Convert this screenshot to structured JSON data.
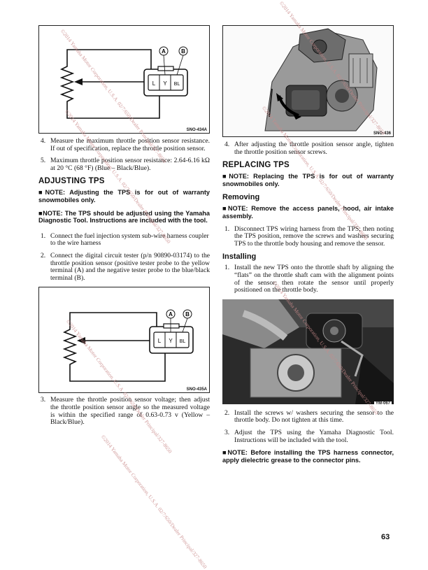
{
  "page_number": "63",
  "watermark_text": "©2014 Yamaha Motor Corporation, U.S.A. 02/7/650/Dealer Principal/327-8650",
  "figures": {
    "fig1": {
      "caption": "SNO-434A",
      "label_a": "A",
      "label_b": "B",
      "pins": [
        "L",
        "Y",
        "BL"
      ]
    },
    "fig2": {
      "caption": "SNO-435A",
      "label_a": "A",
      "label_b": "B",
      "pins": [
        "L",
        "Y",
        "BL"
      ]
    },
    "fig3": {
      "caption": "SNO-436"
    },
    "fig4": {
      "caption": "YM-067"
    }
  },
  "left_column": {
    "steps_a": [
      {
        "num": "4.",
        "text": "Measure the maximum throttle position sensor resistance. If out of specification, replace the throttle position sensor."
      },
      {
        "num": "5.",
        "text": "Maximum throttle position sensor resistance: 2.64-6.16 kΩ at 20 °C (68 °F) (Blue – Black/Blue)."
      }
    ],
    "heading_adjusting": "ADJUSTING TPS",
    "note_adjusting_1": "■NOTE: Adjusting the TPS is for out of warranty snowmobiles only.",
    "note_adjusting_2": "■NOTE: The TPS should be adjusted using the Yamaha Diagnostic Tool. Instructions are included with the tool.",
    "steps_b": [
      {
        "num": "1.",
        "text": "Connect the fuel injection system sub-wire harness coupler to the wire harness"
      },
      {
        "num": "2.",
        "text": "Connect the digital circuit tester (p/n 90890-03174) to the throttle position sensor (positive tester probe to the yellow terminal (A) and the negative tester probe to the blue/black terminal (B)."
      }
    ],
    "steps_c": [
      {
        "num": "3.",
        "text": "Measure the throttle position sensor voltage; then adjust the throttle position sensor angle so the measured voltage is within the specified range of 0.63-0.73 v (Yellow – Black/Blue)."
      }
    ]
  },
  "right_column": {
    "steps_a": [
      {
        "num": "4.",
        "text": "After adjusting the throttle position sensor angle, tighten the throttle position sensor screws."
      }
    ],
    "heading_replacing": "REPLACING TPS",
    "note_replacing": "■NOTE: Replacing the TPS is for out of warranty snowmobiles only.",
    "heading_removing": "Removing",
    "note_removing": "■NOTE: Remove the access panels, hood, air intake assembly.",
    "steps_removing": [
      {
        "num": "1.",
        "text": "Disconnect TPS wiring harness from the TPS; then noting the TPS position, remove the screws and washers securing TPS to the throttle body housing and remove the sensor."
      }
    ],
    "heading_installing": "Installing",
    "steps_installing_a": [
      {
        "num": "1.",
        "text": "Install the new TPS onto the throttle shaft by aligning the “flats” on the throttle shaft cam with the alignment points of the sensor; then rotate the sensor until properly positioned on the throttle body."
      }
    ],
    "steps_installing_b": [
      {
        "num": "2.",
        "text": "Install the screws w/ washers securing the sensor to the throttle body. Do not tighten at this time."
      },
      {
        "num": "3.",
        "text": "Adjust the TPS using the Yamaha Diagnostic Tool. Instructions will be included with the tool."
      }
    ],
    "note_installing": "■NOTE: Before installing the TPS harness connector, apply dielectric grease to the connector pins."
  }
}
